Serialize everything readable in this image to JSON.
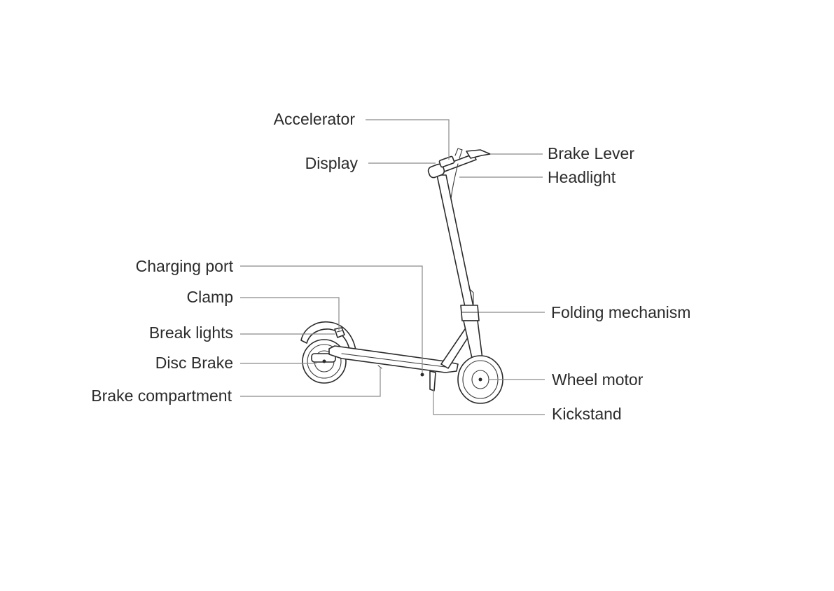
{
  "labels": {
    "accelerator": "Accelerator",
    "display": "Display",
    "brake_lever": "Brake Lever",
    "headlight": "Headlight",
    "charging_port": "Charging port",
    "clamp": "Clamp",
    "break_lights": "Break lights",
    "disc_brake": "Disc Brake",
    "brake_compartment": "Brake compartment",
    "folding_mechanism": "Folding mechanism",
    "wheel_motor": "Wheel motor",
    "kickstand": "Kickstand"
  },
  "colors": {
    "line_art": "#2a2a2a",
    "leader_lines": "#8a8a8a",
    "label_text": "#2b2b2b",
    "background": "#ffffff"
  }
}
